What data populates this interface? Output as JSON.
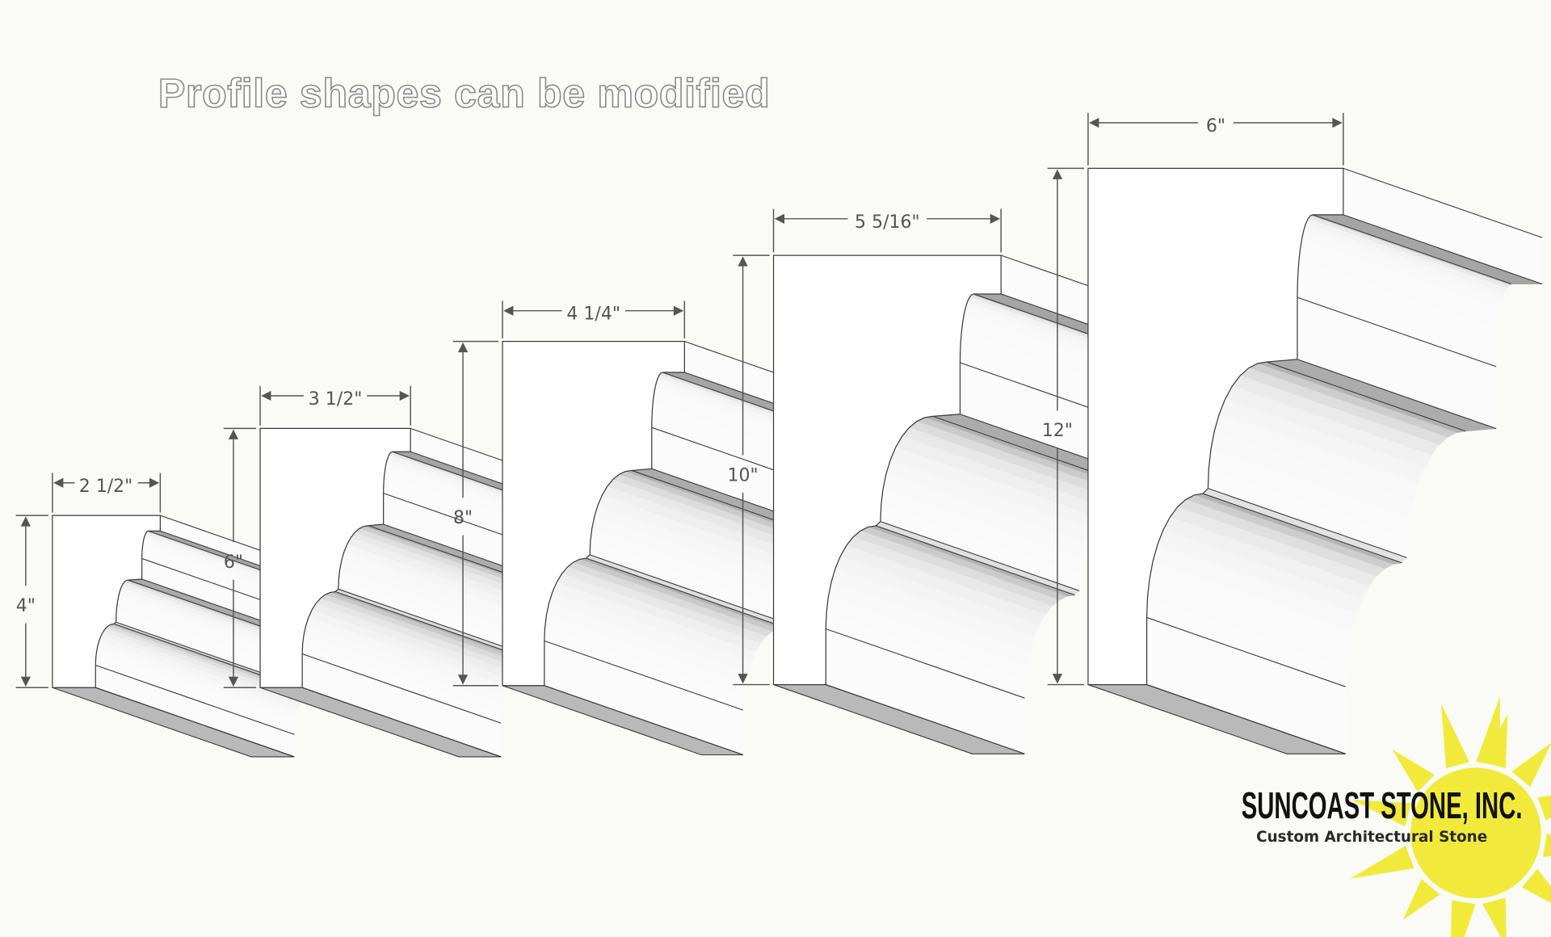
{
  "title": "Profile shapes can be modified",
  "moldings": [
    {
      "width_label": "2 1/2\"",
      "height_label": "4\""
    },
    {
      "width_label": "3 1/2\"",
      "height_label": "6\""
    },
    {
      "width_label": "4 1/4\"",
      "height_label": "8\""
    },
    {
      "width_label": "5 5/16\"",
      "height_label": "10\""
    },
    {
      "width_label": "6\"",
      "height_label": "12\""
    }
  ],
  "logo": {
    "name": "SUNCOAST STONE, INC.",
    "tagline": "Custom Architectural Stone",
    "sun_color": "#f2ea3a"
  },
  "colors": {
    "background": "#fafaf6",
    "outline": "#3a3a3a",
    "shade_dark": "#a8a8a8",
    "shade_light": "#fbfbfb"
  }
}
